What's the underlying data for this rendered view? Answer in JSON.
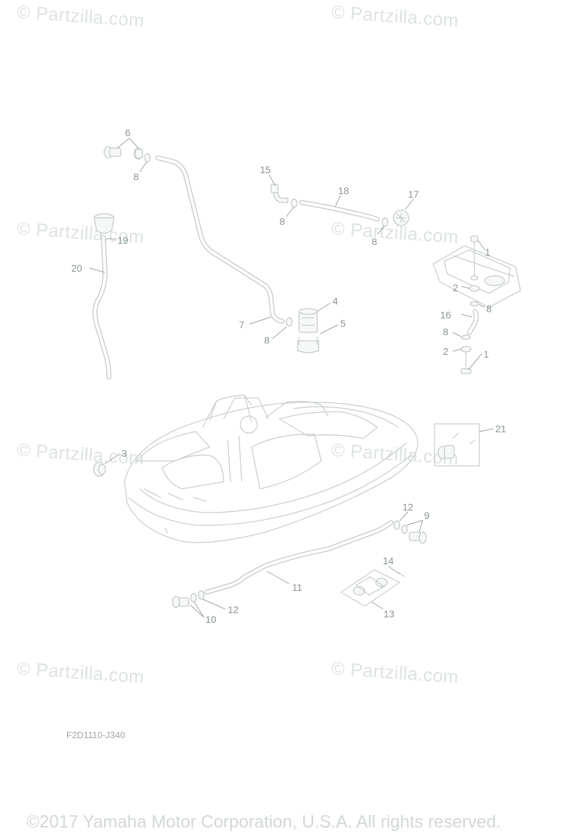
{
  "watermark": "© Partzilla.com",
  "diagram_code": "F2D1110-J340",
  "copyright": "©2017 Yamaha Motor Corporation, U.S.A. All rights reserved.",
  "callouts": [
    "1",
    "2",
    "3",
    "4",
    "5",
    "6",
    "7",
    "8",
    "9",
    "10",
    "11",
    "12",
    "13",
    "14",
    "15",
    "16",
    "17",
    "18",
    "19",
    "20",
    "21"
  ]
}
